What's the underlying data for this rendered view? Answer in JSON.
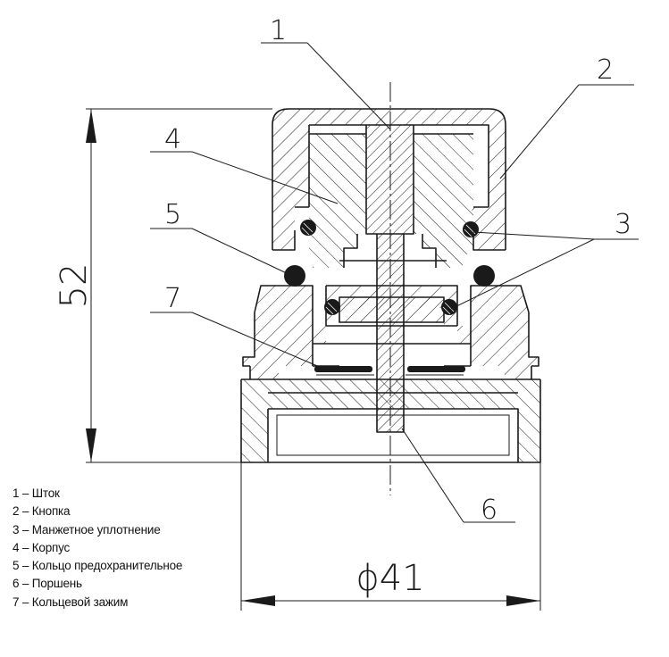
{
  "callouts": [
    "1",
    "2",
    "3",
    "4",
    "5",
    "6",
    "7"
  ],
  "dimensions": {
    "height": "52",
    "diameter": "ϕ41"
  },
  "legend": [
    "1 – Шток",
    "2 – Кнопка",
    "3 – Манжетное уплотнение",
    "4 – Корпус",
    "5 – Кольцо предохранительное",
    "6 – Поршень",
    "7 – Кольцевой зажим"
  ]
}
